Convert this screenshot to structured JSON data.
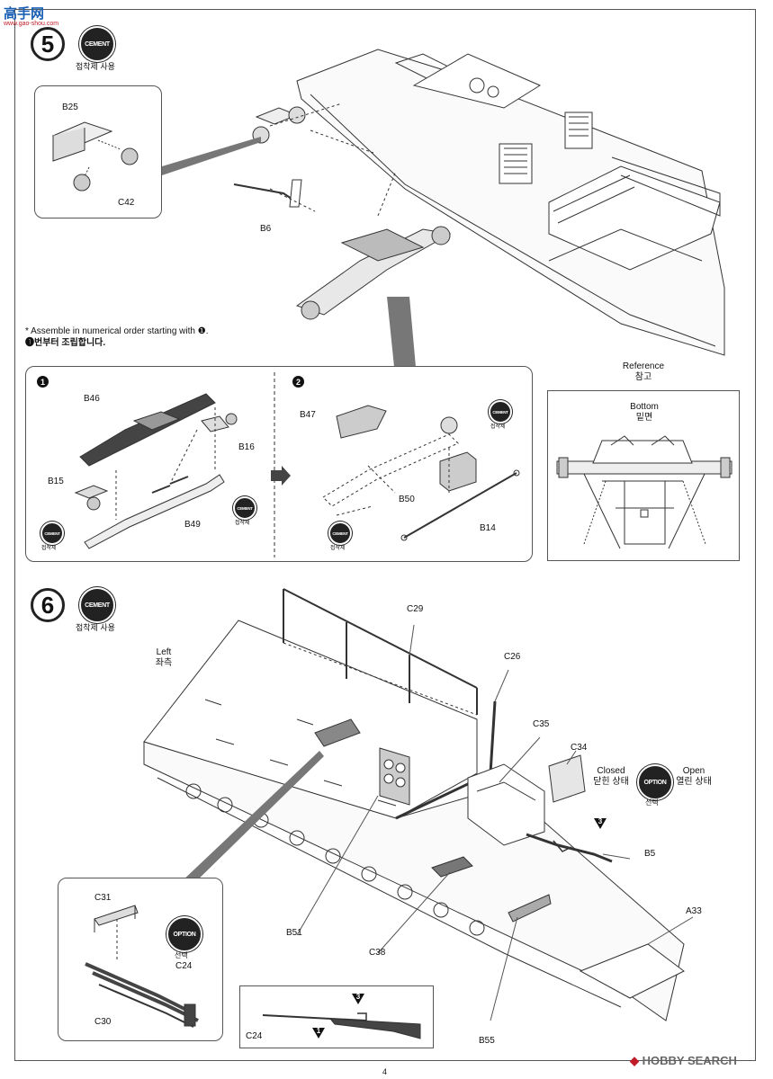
{
  "watermark_top": {
    "brand": "高手网",
    "url": "www.gao-shou.com"
  },
  "watermark_bottom": {
    "brand": "HOBBY SEARCH"
  },
  "page_number": "4",
  "cement_badge": "CEMENT",
  "option_badge": "OPTION",
  "step5": {
    "number": "5",
    "cement_note": "접착제 사용",
    "detail_box": {
      "labels": {
        "b25": "B25",
        "c42": "C42"
      }
    },
    "b6_label": "B6",
    "note_en": "* Assemble in numerical order starting with ❶.",
    "note_ko": "❶번부터 조립합니다.",
    "sub1": {
      "number": "1",
      "labels": {
        "b46": "B46",
        "b16": "B16",
        "b15": "B15",
        "b49": "B49"
      },
      "cement_ko": "접착제"
    },
    "sub2": {
      "number": "2",
      "labels": {
        "b47": "B47",
        "b50": "B50",
        "b14": "B14"
      },
      "cement_ko": "접착제"
    },
    "reference": {
      "title_en": "Reference",
      "title_ko": "참고",
      "sub_en": "Bottom",
      "sub_ko": "밑면"
    }
  },
  "step6": {
    "number": "6",
    "cement_note": "접착제 사용",
    "left_en": "Left",
    "left_ko": "좌측",
    "labels": {
      "c29": "C29",
      "c26": "C26",
      "c35": "C35",
      "c34": "C34",
      "b5": "B5",
      "a33": "A33",
      "b51": "B51",
      "c38": "C38",
      "b55": "B55"
    },
    "closed_en": "Closed",
    "closed_ko": "닫힌 상태",
    "open_en": "Open",
    "open_ko": "열린 상태",
    "option_ko": "선택",
    "arrow_num": "3",
    "detail_box": {
      "labels": {
        "c31": "C31",
        "c24": "C24",
        "c30": "C30"
      },
      "option_ko": "선택"
    },
    "rifle_box": {
      "label": "C24",
      "tri3": "3",
      "tri1": "1"
    }
  }
}
